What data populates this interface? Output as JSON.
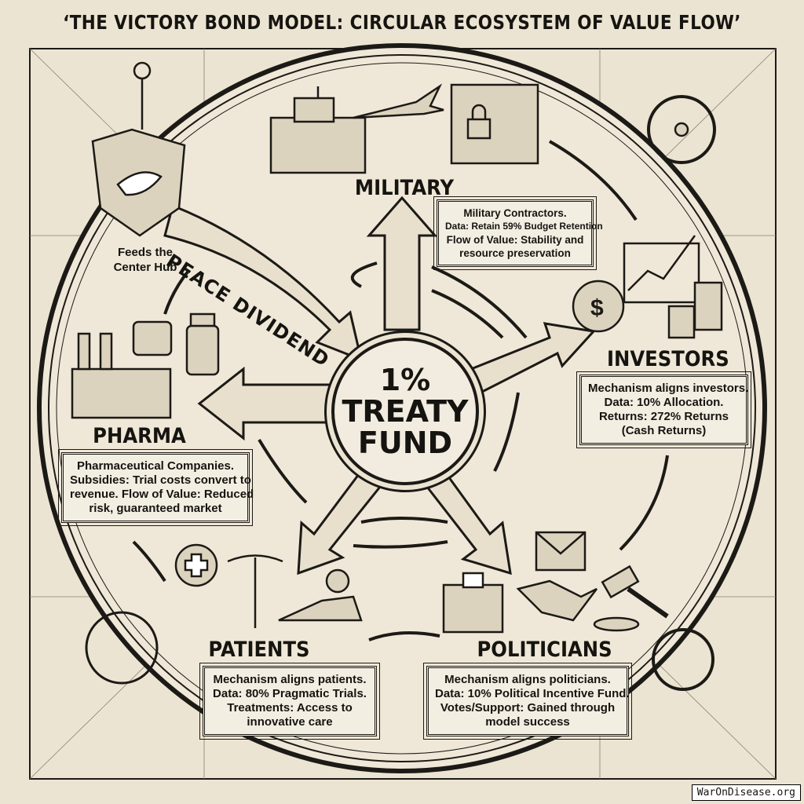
{
  "title": "‘THE VICTORY BOND MODEL: CIRCULAR ECOSYSTEM OF VALUE FLOW’",
  "center": {
    "line1": "1%",
    "line2": "TREATY",
    "line3": "FUND"
  },
  "peace_dividend": "PEACE DIVIDEND",
  "feeds_hub": "Feeds the Center Hub",
  "nodes": {
    "military": {
      "label": "MILITARY",
      "lines": [
        "Military Contractors.",
        "Data: Retain 59% Budget Retention",
        "Flow of Value: Stability and",
        "resource preservation"
      ]
    },
    "investors": {
      "label": "INVESTORS",
      "lines": [
        "Mechanism aligns investors.",
        "Data: 10% Allocation.",
        "Returns: 272% Returns",
        "(Cash Returns)"
      ]
    },
    "pharma": {
      "label": "PHARMA",
      "lines": [
        "Pharmaceutical Companies.",
        "Subsidies: Trial costs convert to",
        "revenue. Flow of Value: Reduced",
        "risk, guaranteed market"
      ]
    },
    "patients": {
      "label": "PATIENTS",
      "lines": [
        "Mechanism aligns patients.",
        "Data: 80% Pragmatic Trials.",
        "Treatments: Access to",
        "innovative care"
      ]
    },
    "politicians": {
      "label": "POLITICIANS",
      "lines": [
        "Mechanism aligns politicians.",
        "Data: 10% Political Incentive Fund.",
        "Votes/Support: Gained through",
        "model success"
      ]
    }
  },
  "watermark": "WarOnDisease.org",
  "colors": {
    "paper": "#ece4d2",
    "ink": "#1c1a16"
  }
}
